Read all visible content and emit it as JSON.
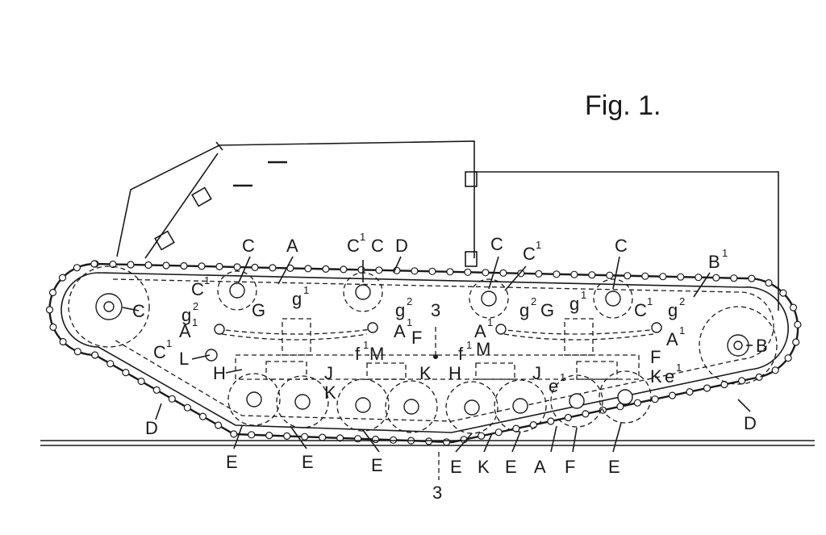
{
  "figure": {
    "title": "Fig. 1."
  },
  "labels": {
    "c_top_left": "C",
    "a_top": "A",
    "c1_top_mid": "C",
    "c_top_mid": "C",
    "d_top": "D",
    "c_top_right1": "C",
    "c1_top_right1": "C",
    "c_top_right2": "C",
    "b1": "B",
    "c_drive": "C",
    "b_idler": "B",
    "c1_left": "C",
    "g_left": "G",
    "g1_left": "g",
    "g2_left": "g",
    "a1_left": "A",
    "g2_mid": "g",
    "a1_mid": "A",
    "three_top": "3",
    "f_mid": "F",
    "c1_low_left": "C",
    "l": "L",
    "h_left": "H",
    "j_left": "J",
    "k_left": "K",
    "f1_left": "f",
    "m_left": "M",
    "k_mid": "K",
    "h_mid": "H",
    "f1_mid": "f",
    "m_mid": "M",
    "j_mid": "J",
    "a1_right": "A",
    "g2_right": "g",
    "g_right": "G",
    "g1_right": "g",
    "c1_right": "C",
    "g2_far": "g",
    "a1_far": "A",
    "f_right": "F",
    "e1_mid": "e",
    "k_right": "K",
    "e1_right": "e",
    "d_left": "D",
    "d_right": "D",
    "e1": "E",
    "e2": "E",
    "e3": "E",
    "e4": "E",
    "k_bottom": "K",
    "e5": "E",
    "a_bottom": "A",
    "f_bottom": "F",
    "e6": "E",
    "three_bottom": "3"
  },
  "superscripts": {
    "c1_top_mid": "1",
    "c1_top_right1": "1",
    "b1": "1",
    "c1_left": "1",
    "g1_left": "1",
    "g2_left": "2",
    "a1_left": "1",
    "g2_mid": "2",
    "a1_mid": "1",
    "c1_low_left": "1",
    "f1_left": "1",
    "f1_mid": "1",
    "a1_right": "1",
    "g2_right": "2",
    "g1_right": "1",
    "c1_right": "1",
    "g2_far": "2",
    "a1_far": "1",
    "e1_mid": "1",
    "e1_right": "1"
  }
}
